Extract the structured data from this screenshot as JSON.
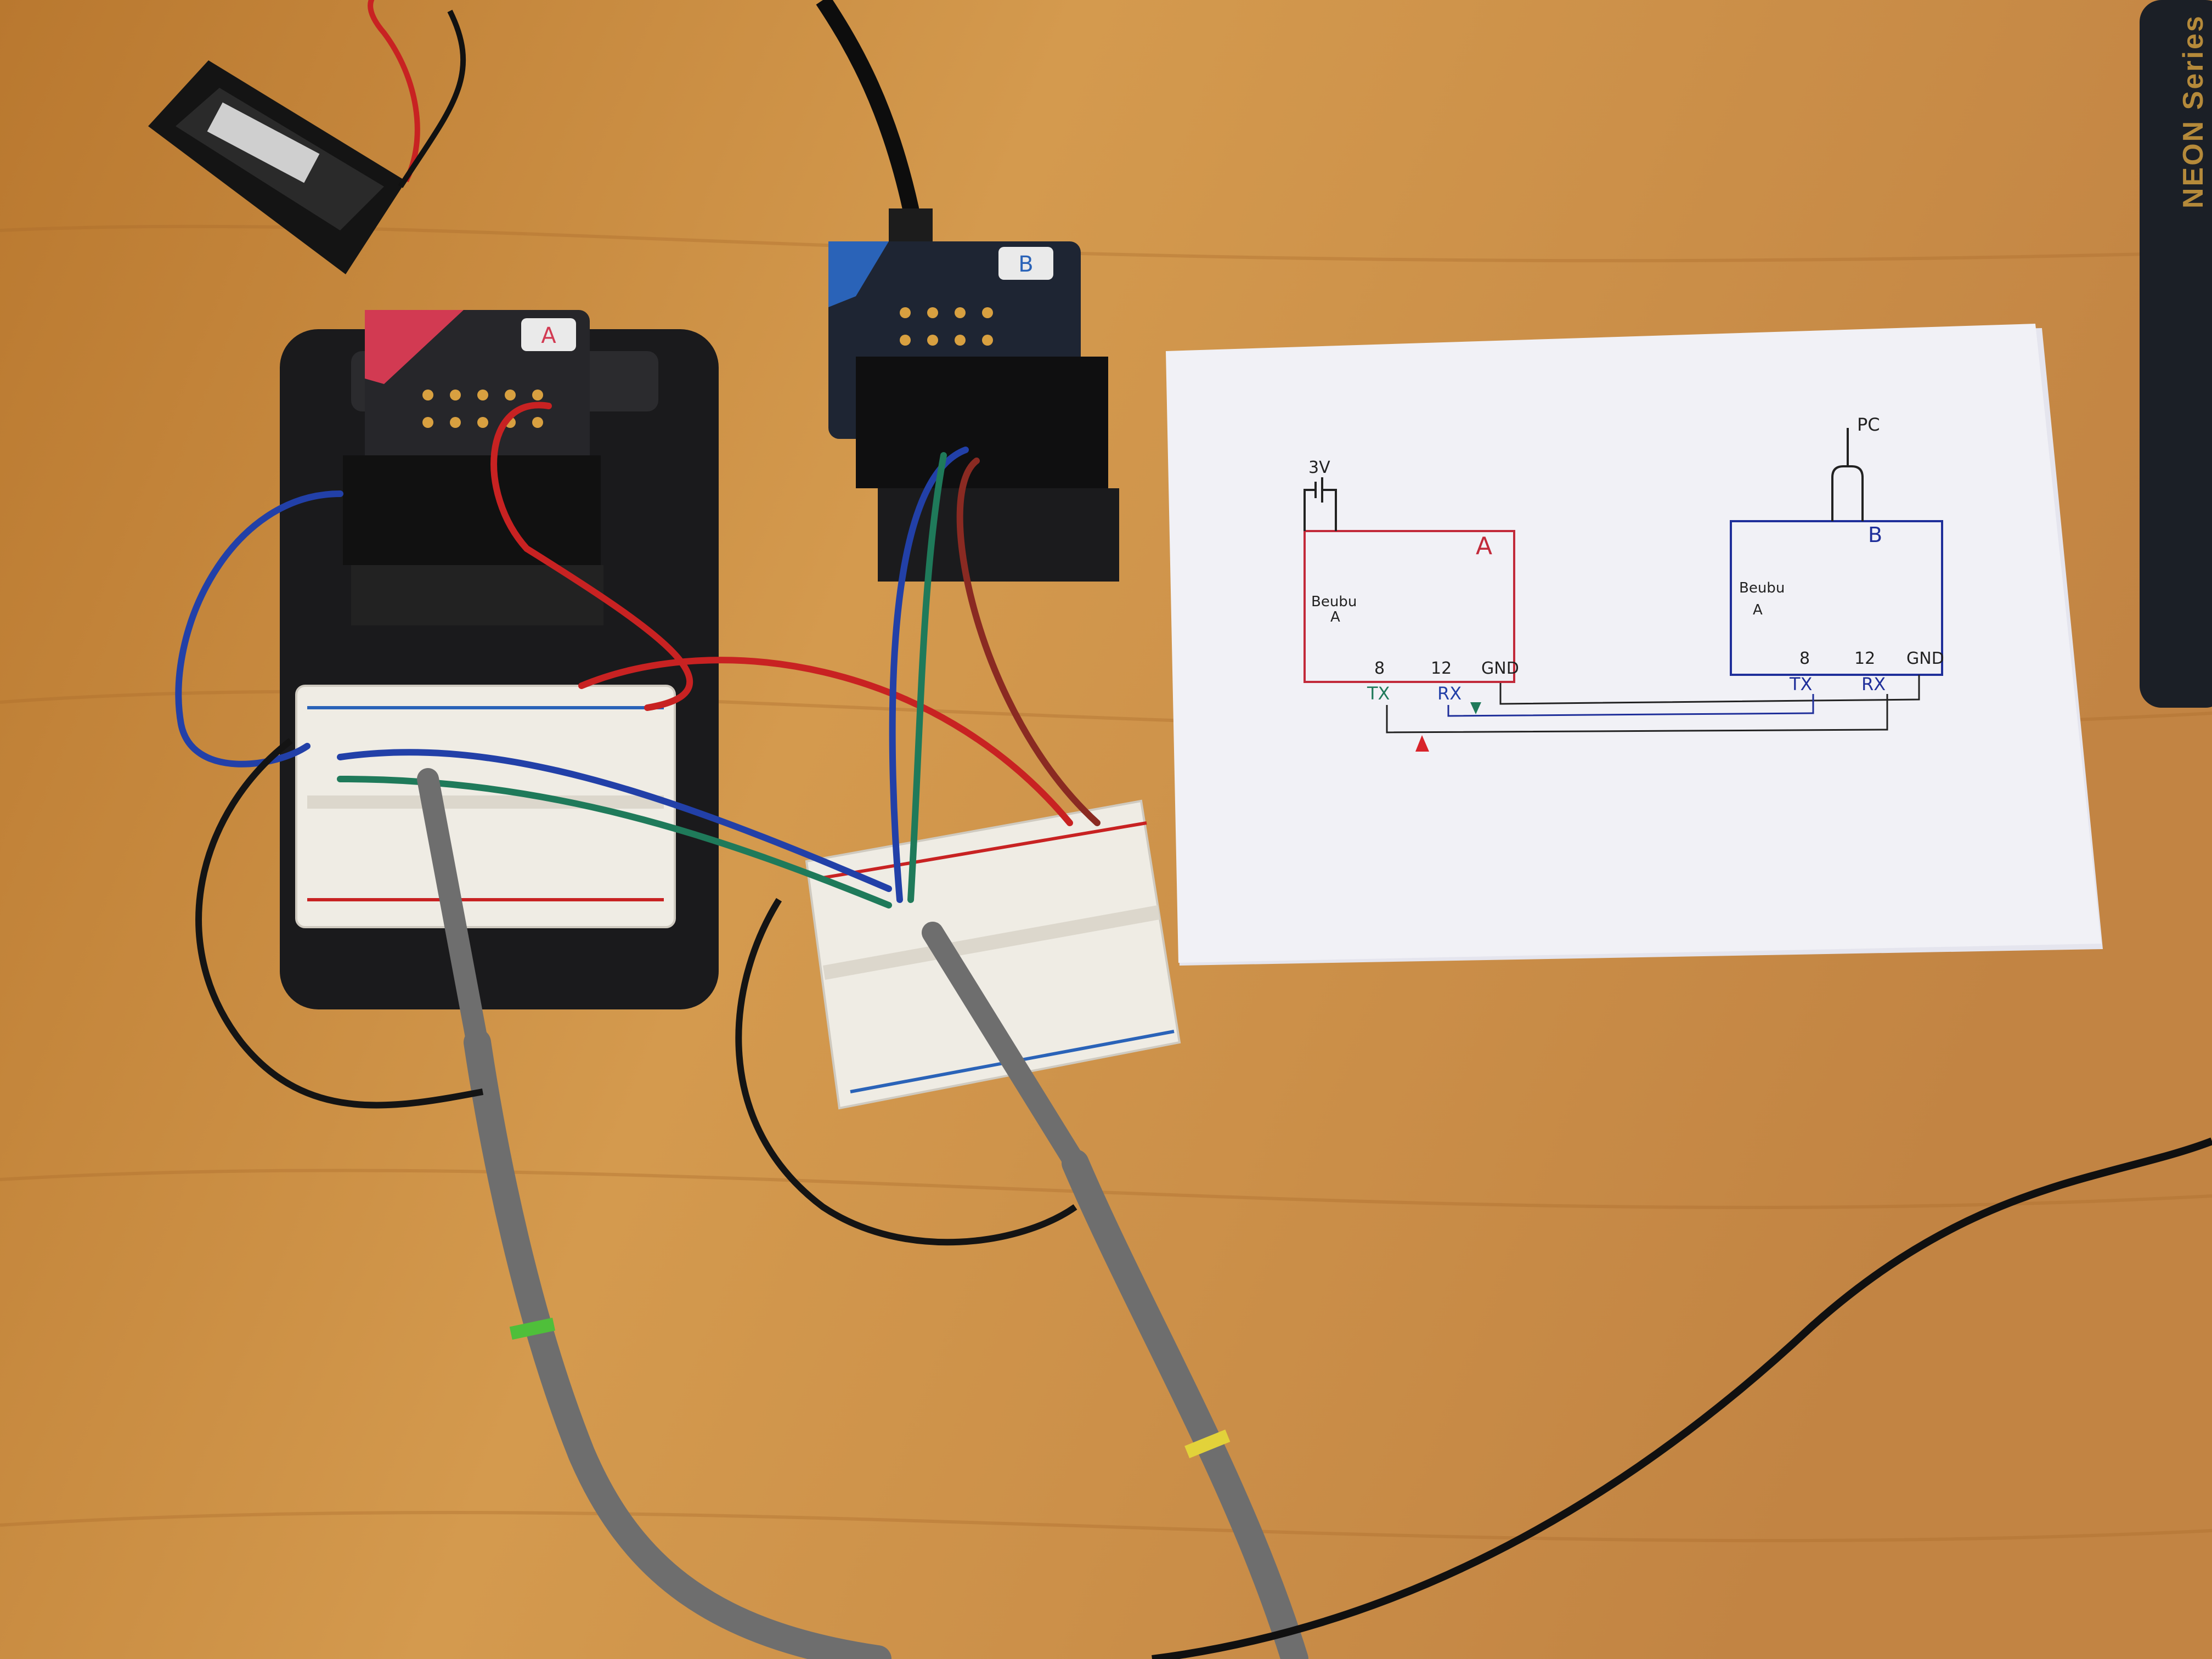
{
  "colors": {
    "table": "#c98a3c",
    "paper": "#f1f1f6",
    "board_a_accent": "#d23a52",
    "board_b_accent": "#2a63b8",
    "breadboard": "#efece4",
    "wire_red": "#c82222",
    "wire_blue": "#2240a8",
    "wire_green": "#1f7a5a",
    "probe": "#6e6e6e"
  },
  "boards": {
    "a_label": "A",
    "b_label": "B"
  },
  "mouse_pad_text": "NEON Series",
  "sketch": {
    "supply_label": "3V",
    "pc_label": "PC",
    "box_a": {
      "label": "A",
      "name_line1": "Beubu",
      "name_line2": "A",
      "pin_8": "8",
      "pin_12": "12",
      "pin_gnd": "GND",
      "tx": "TX",
      "rx": "RX"
    },
    "box_b": {
      "label": "B",
      "name_line1": "Beubu",
      "name_line2": "A",
      "pin_8": "8",
      "pin_12": "12",
      "pin_gnd": "GND",
      "tx": "TX",
      "rx": "RX"
    }
  }
}
